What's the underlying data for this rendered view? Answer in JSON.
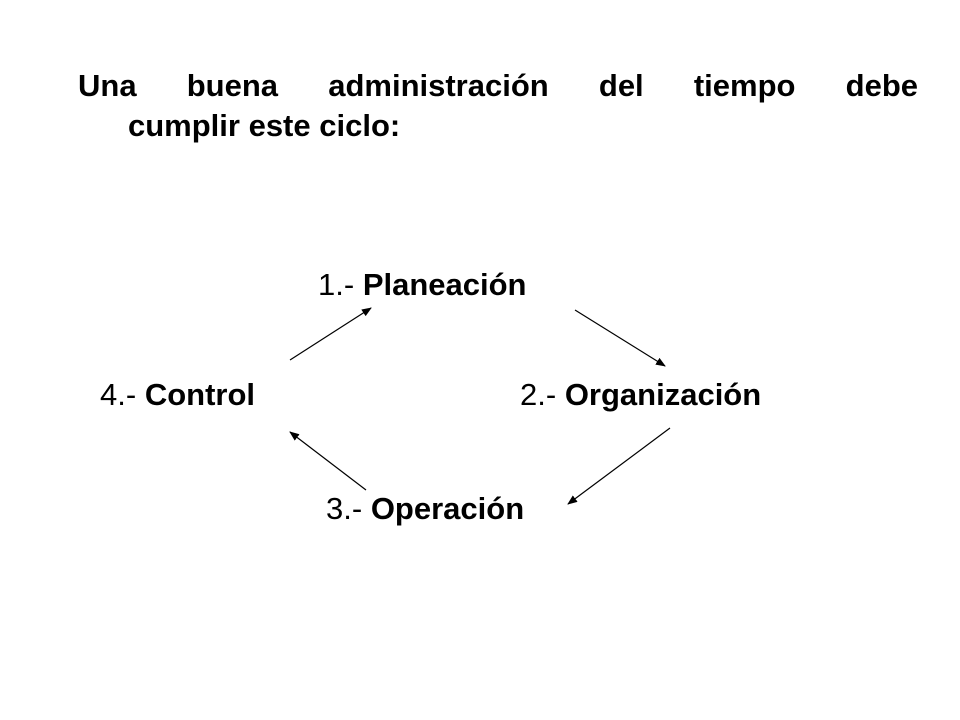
{
  "intro": {
    "line1": "Una buena administración del tiempo debe",
    "line2": "cumplir este ciclo:"
  },
  "cycle": {
    "steps": [
      {
        "number": "1.-",
        "name": "Planeación"
      },
      {
        "number": "2.-",
        "name": "Organización"
      },
      {
        "number": "3.-",
        "name": "Operación"
      },
      {
        "number": "4.-",
        "name": "Control"
      }
    ],
    "arrow_color": "#000000"
  }
}
